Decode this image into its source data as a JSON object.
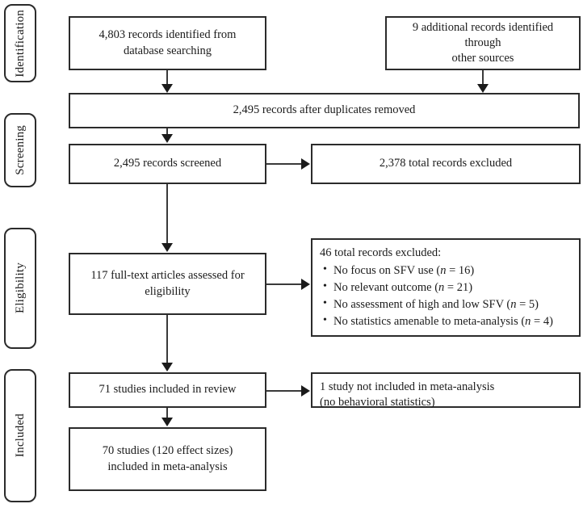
{
  "diagram": {
    "title": "PRISMA study selection flow diagram",
    "type": "flowchart",
    "stages": [
      {
        "id": "identification",
        "label": "Identification"
      },
      {
        "id": "screening",
        "label": "Screening"
      },
      {
        "id": "eligibility",
        "label": "Eligibility"
      },
      {
        "id": "included",
        "label": "Included"
      }
    ],
    "nodes": {
      "records_identified": {
        "line1": "4,803 records identified from",
        "line2": "database searching"
      },
      "additional_records": {
        "line1": "9 additional records identified through",
        "line2": "other sources"
      },
      "after_duplicates": {
        "line1": "2,495 records after duplicates removed"
      },
      "records_screened": {
        "line1": "2,495 records screened"
      },
      "records_excluded": {
        "line1": "2,378 total records excluded"
      },
      "fulltext_assessed": {
        "line1": "117 full-text articles assessed for",
        "line2": "eligibility"
      },
      "fulltext_excluded": {
        "title": "46 total records excluded:",
        "reasons": [
          {
            "text": "No focus on SFV use (",
            "n_var": "n",
            "n_eq": " = 16)"
          },
          {
            "text": "No relevant outcome (",
            "n_var": "n",
            "n_eq": " = 21)"
          },
          {
            "text": "No assessment of high and low SFV (",
            "n_var": "n",
            "n_eq": " = 5)"
          },
          {
            "text": "No statistics amenable to meta-analysis (",
            "n_var": "n",
            "n_eq": " = 4)"
          }
        ]
      },
      "studies_in_review": {
        "line1": "71 studies included in review"
      },
      "study_not_included": {
        "line1": "1 study not included in meta-analysis",
        "line2": "(no behavioral statistics)"
      },
      "studies_in_meta": {
        "line1": "70 studies (120 effect sizes)",
        "line2": "included in meta-analysis"
      }
    },
    "colors": {
      "border": "#2b2b2b",
      "connector": "#3a3a3a",
      "arrow": "#1b1b1b",
      "background": "#ffffff",
      "text": "#1b1b1b"
    }
  }
}
